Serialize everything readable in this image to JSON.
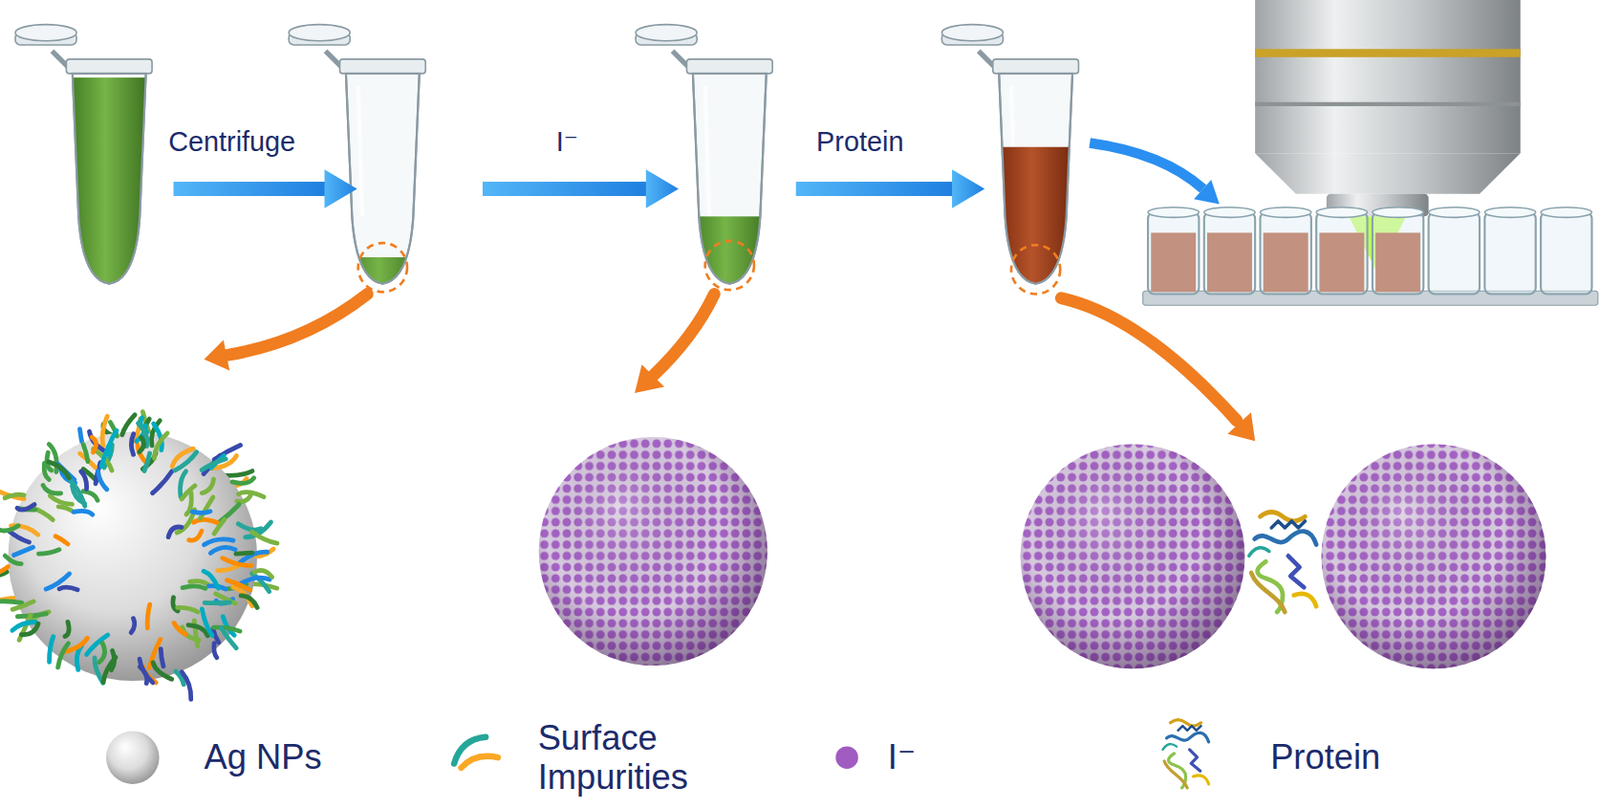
{
  "diagram": {
    "labels": [
      "Centrifuge",
      "I⁻",
      "Protein"
    ],
    "legend": [
      {
        "text": "Ag NPs"
      },
      {
        "text": "Surface Impurities"
      },
      {
        "text": "I⁻",
        "color": "#a05cc0"
      },
      {
        "text": "Protein"
      }
    ]
  }
}
